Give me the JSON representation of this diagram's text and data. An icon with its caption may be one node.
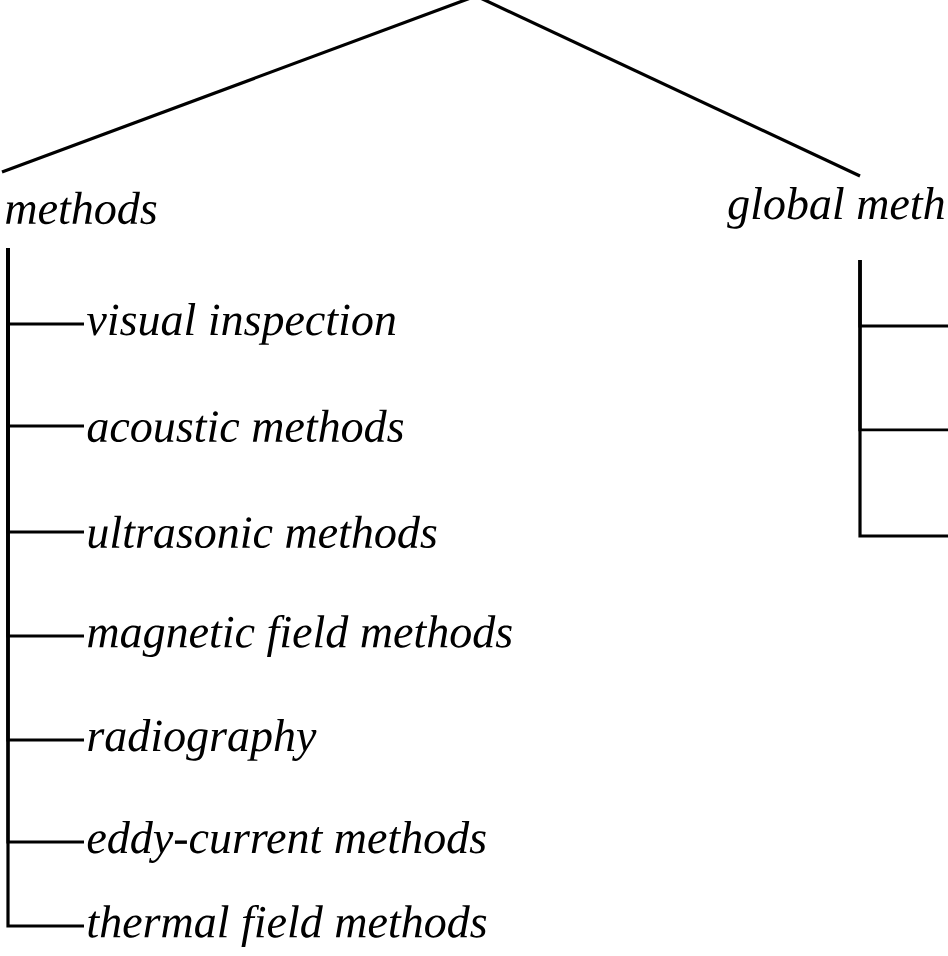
{
  "diagram": {
    "nodes": [
      {
        "text": [
          "methods"
        ]
      },
      {
        "text": [
          "global meth"
        ]
      },
      {
        "text": [
          "visual inspection"
        ]
      },
      {
        "text": [
          "acoustic methods"
        ]
      },
      {
        "text": [
          "ultrasonic methods"
        ]
      },
      {
        "text": [
          "magnetic field methods"
        ]
      },
      {
        "text": [
          "radiography"
        ]
      },
      {
        "text": [
          "eddy-current methods"
        ]
      },
      {
        "text": [
          "thermal field methods"
        ]
      }
    ],
    "edges": [
      {
        "from": null,
        "to": 0,
        "arrow": "none"
      },
      {
        "from": null,
        "to": 1,
        "arrow": "none"
      },
      {
        "from": 0,
        "to": 2,
        "arrow": "none"
      },
      {
        "from": 0,
        "to": 3,
        "arrow": "none"
      },
      {
        "from": 0,
        "to": 4,
        "arrow": "none"
      },
      {
        "from": 0,
        "to": 5,
        "arrow": "none"
      },
      {
        "from": 0,
        "to": 6,
        "arrow": "none"
      },
      {
        "from": 0,
        "to": 7,
        "arrow": "none"
      },
      {
        "from": 0,
        "to": 8,
        "arrow": "none"
      },
      {
        "from": 1,
        "to": null,
        "arrow": "none"
      },
      {
        "from": 1,
        "to": null,
        "arrow": "none"
      },
      {
        "from": 1,
        "to": null,
        "arrow": "none"
      }
    ]
  }
}
